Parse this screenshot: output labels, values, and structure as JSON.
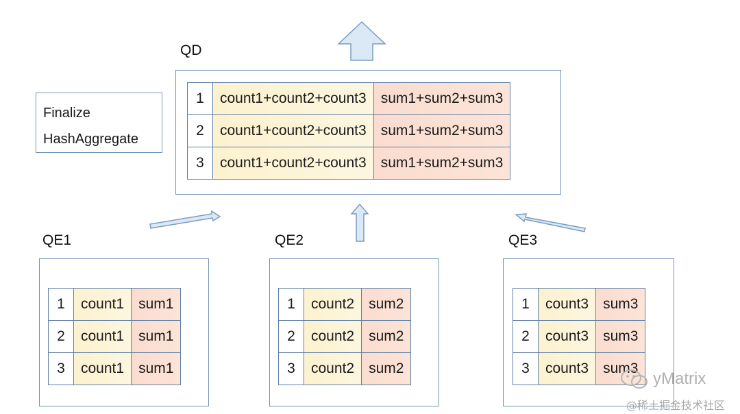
{
  "qd": {
    "label": "QD",
    "rows": [
      {
        "idx": "1",
        "count": "count1+count2+count3",
        "sum": "sum1+sum2+sum3"
      },
      {
        "idx": "2",
        "count": "count1+count2+count3",
        "sum": "sum1+sum2+sum3"
      },
      {
        "idx": "3",
        "count": "count1+count2+count3",
        "sum": "sum1+sum2+sum3"
      }
    ]
  },
  "finalize": {
    "line1": "Finalize",
    "line2": "HashAggregate"
  },
  "qe1": {
    "label": "QE1",
    "rows": [
      {
        "idx": "1",
        "count": "count1",
        "sum": "sum1"
      },
      {
        "idx": "2",
        "count": "count1",
        "sum": "sum1"
      },
      {
        "idx": "3",
        "count": "count1",
        "sum": "sum1"
      }
    ]
  },
  "qe2": {
    "label": "QE2",
    "rows": [
      {
        "idx": "1",
        "count": "count2",
        "sum": "sum2"
      },
      {
        "idx": "2",
        "count": "count2",
        "sum": "sum2"
      },
      {
        "idx": "3",
        "count": "count2",
        "sum": "sum2"
      }
    ]
  },
  "qe3": {
    "label": "QE3",
    "rows": [
      {
        "idx": "1",
        "count": "count3",
        "sum": "sum3"
      },
      {
        "idx": "2",
        "count": "count3",
        "sum": "sum3"
      },
      {
        "idx": "3",
        "count": "count3",
        "sum": "sum3"
      }
    ]
  },
  "watermark": {
    "brand": "yMatrix",
    "site": "@稀土掘金技术社区"
  },
  "colors": {
    "count_fill": "#fdf2cf",
    "sum_fill": "#fbdcd0",
    "border": "#5b7fa6",
    "arrow_fill": "#dbe8f5",
    "arrow_stroke": "#7a9cc2"
  }
}
